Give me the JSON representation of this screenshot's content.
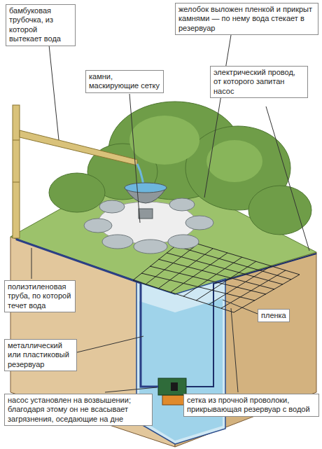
{
  "diagram": {
    "labels": [
      "бамбуковая трубочка, из которой вытекает вода",
      "желобок выложен пленкой и прикрыт камнями — по нему вода стекает в резервуар",
      "камни, маскирующие сетку",
      "электрический провод, от которого запитан насос",
      "полиэтиленовая труба, по которой течет вода",
      "пленка",
      "металлический или пластиковый резервуар",
      "насос установлен на возвышении; благодаря этому он не всасывает загрязнения, оседающие на дне",
      "сетка из прочной проволоки, прикрывающая резервуар с водой"
    ]
  }
}
